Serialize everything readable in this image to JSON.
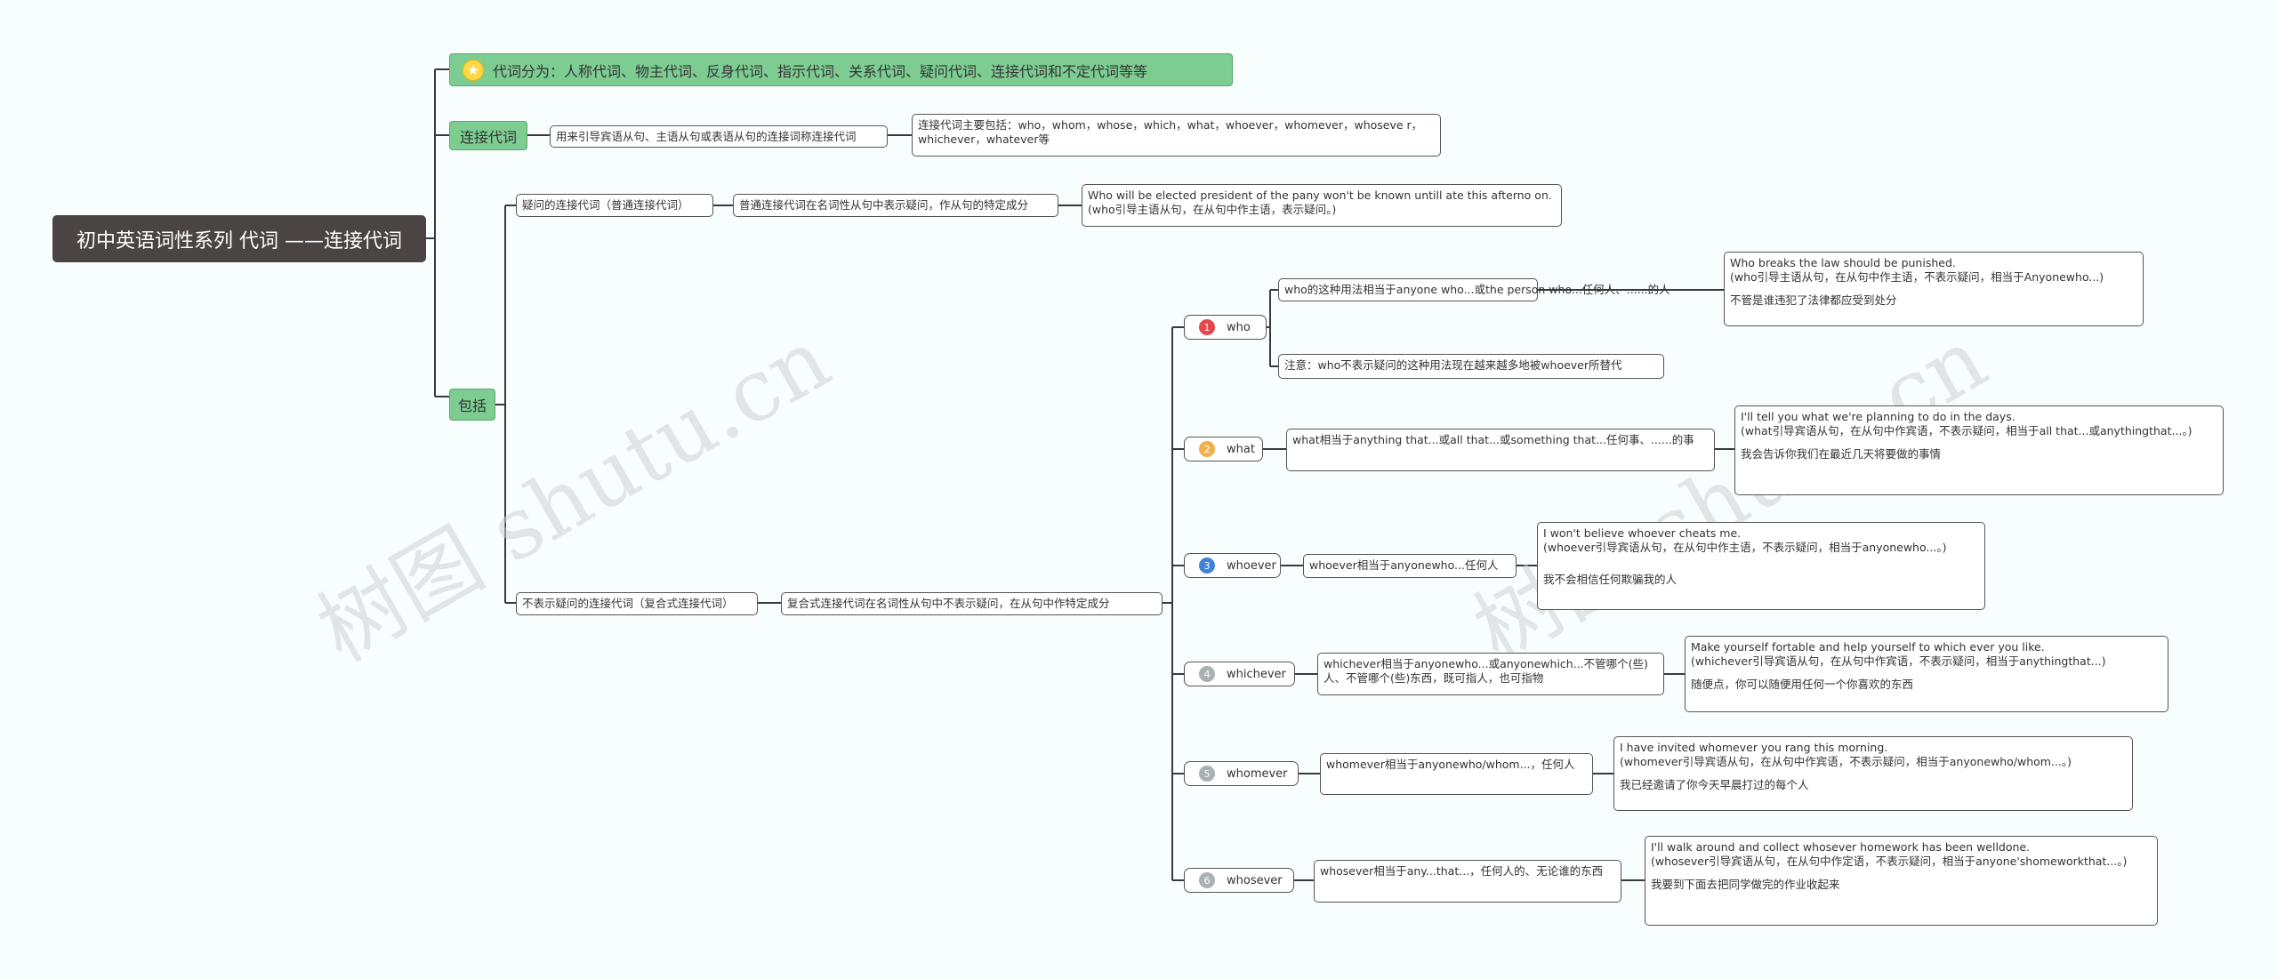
{
  "root": "初中英语词性系列 代词 ——连接代词",
  "top_note": {
    "icon": "star-icon",
    "text": "代词分为：人称代词、物主代词、反身代词、指示代词、关系代词、疑问代词、连接代词和不定代词等等"
  },
  "branch_lianjie": {
    "label": "连接代词",
    "def": "用来引导宾语从句、主语从句或表语从句的连接词称连接代词",
    "list": "连接代词主要包括：who，whom，whose，which，what，whoever，whomever，whoseve r，whichever，whatever等"
  },
  "branch_baokuo": {
    "label": "包括",
    "interrogative": {
      "label": "疑问的连接代词（普通连接代词）",
      "desc": "普通连接代词在名词性从句中表示疑问，作从句的特定成分",
      "example": "Who will be elected president of the pany won't be known untill ate this afterno on.(who引导主语从句，在从句中作主语，表示疑问。)"
    },
    "non_interrogative": {
      "label": "不表示疑问的连接代词（复合式连接代词）",
      "desc": "复合式连接代词在名词性从句中不表示疑问，在从句中作特定成分",
      "items": [
        {
          "num": "1",
          "word": "who",
          "color": "#e5474b",
          "usage": "who的这种用法相当于anyone who...或the person who...任何人、......的人",
          "note": "注意：who不表示疑问的这种用法现在越来越多地被whoever所替代",
          "example": [
            "Who breaks the law should be punished.",
            "(who引导主语从句，在从句中作主语，不表示疑问，相当于Anyonewho...)",
            "",
            "不管是谁违犯了法律都应受到处分"
          ]
        },
        {
          "num": "2",
          "word": "what",
          "color": "#f0b04a",
          "usage": "what相当于anything that...或all that...或something that...任何事、......的事",
          "example": [
            "I'll tell you what we're planning to do in the days.",
            "(what引导宾语从句，在从句中作宾语，不表示疑问，相当于all that...或anythingthat...。)",
            "",
            "我会告诉你我们在最近几天将要做的事情"
          ]
        },
        {
          "num": "3",
          "word": "whoever",
          "color": "#3f82d8",
          "usage": "whoever相当于anyonewho...任何人",
          "example": [
            "I won't believe whoever cheats me.",
            "(whoever引导宾语从句，在从句中作主语，不表示疑问，相当于anyonewho...。)",
            "",
            "我不会相信任何欺骗我的人"
          ]
        },
        {
          "num": "4",
          "word": "whichever",
          "color": "#aab0b3",
          "usage": "whichever相当于anyonewho...或anyonewhich...不管哪个(些)人、不管哪个(些)东西，既可指人，也可指物",
          "example": [
            "Make yourself fortable and help yourself to which ever you like.",
            "(whichever引导宾语从句，在从句中作宾语，不表示疑问，相当于anythingthat...)",
            "",
            "随便点，你可以随便用任何一个你喜欢的东西"
          ]
        },
        {
          "num": "5",
          "word": "whomever",
          "color": "#aab0b3",
          "usage": "whomever相当于anyonewho/whom...，任何人",
          "example": [
            "I have invited whomever you rang this morning.",
            "(whomever引导宾语从句，在从句中作宾语，不表示疑问，相当于anyonewho/whom...。)",
            "",
            "我已经邀请了你今天早晨打过的每个人"
          ]
        },
        {
          "num": "6",
          "word": "whosever",
          "color": "#aab0b3",
          "usage": "whosever相当于any...that...，任何人的、无论谁的东西",
          "example": [
            "I'll walk around and collect whosever homework has been welldone.",
            "(whosever引导宾语从句，在从句中作定语，不表示疑问，相当于anyone'shomeworkthat...。)",
            "",
            "我要到下面去把同学做完的作业收起来"
          ]
        }
      ]
    }
  },
  "watermark": "树图 shutu.cn",
  "colors": {
    "root_bg": "#4b4444",
    "branch_bg": "#7dcc92",
    "line": "#3a3a3a",
    "page_bg": "#f8fdfe"
  }
}
